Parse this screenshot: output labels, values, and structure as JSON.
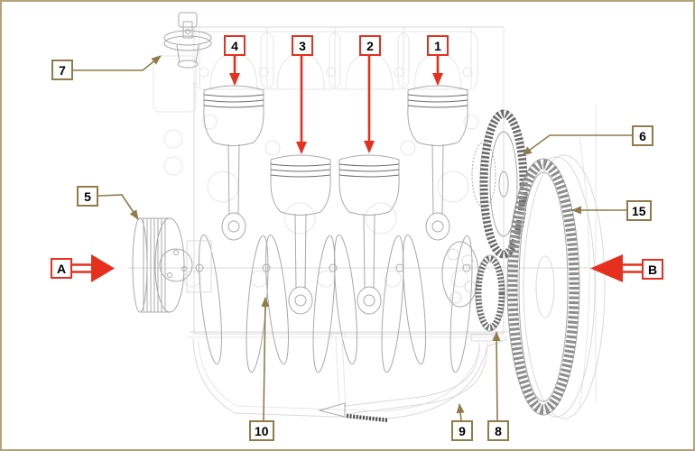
{
  "palette": {
    "callout_red": "#e5301d",
    "callout_olive": "#8f7c4a",
    "frame_border": "#b3a37c",
    "background": "#ffffff",
    "label_text": "#000000"
  },
  "callouts": {
    "c1": {
      "label": "1"
    },
    "c2": {
      "label": "2"
    },
    "c3": {
      "label": "3"
    },
    "c4": {
      "label": "4"
    },
    "c5": {
      "label": "5"
    },
    "c6": {
      "label": "6"
    },
    "c7": {
      "label": "7"
    },
    "c8": {
      "label": "8"
    },
    "c9": {
      "label": "9"
    },
    "c10": {
      "label": "10"
    },
    "c15": {
      "label": "15"
    },
    "cA": {
      "label": "A"
    },
    "cB": {
      "label": "B"
    }
  }
}
